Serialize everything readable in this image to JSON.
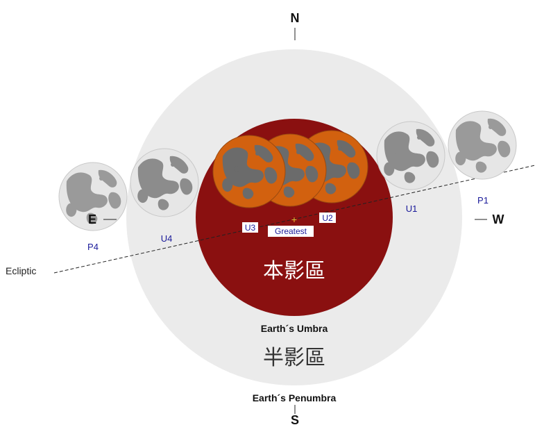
{
  "compass": {
    "north": "N",
    "south": "S",
    "east": "E",
    "west": "W"
  },
  "shadow": {
    "umbra_label": "Earth´s Umbra",
    "umbra_cjk": "本影區",
    "penumbra_label": "Earth´s Penumbra",
    "penumbra_cjk": "半影區"
  },
  "ecliptic_label": "Ecliptic",
  "contacts": {
    "p1": "P1",
    "u1": "U1",
    "u2": "U2",
    "greatest": "Greatest",
    "u3": "U3",
    "u4": "U4",
    "p4": "P4"
  },
  "colors": {
    "penumbra": "#ebebeb",
    "umbra": "#8a1010",
    "eclipsed_moon": "#d2610f",
    "eclipsed_maria": "#6b6b6b",
    "full_moon": "#e6e6e6",
    "full_maria": "#9a9a9a",
    "label_blue": "#1a1a9a",
    "greatest_marker": "#f0c030"
  }
}
